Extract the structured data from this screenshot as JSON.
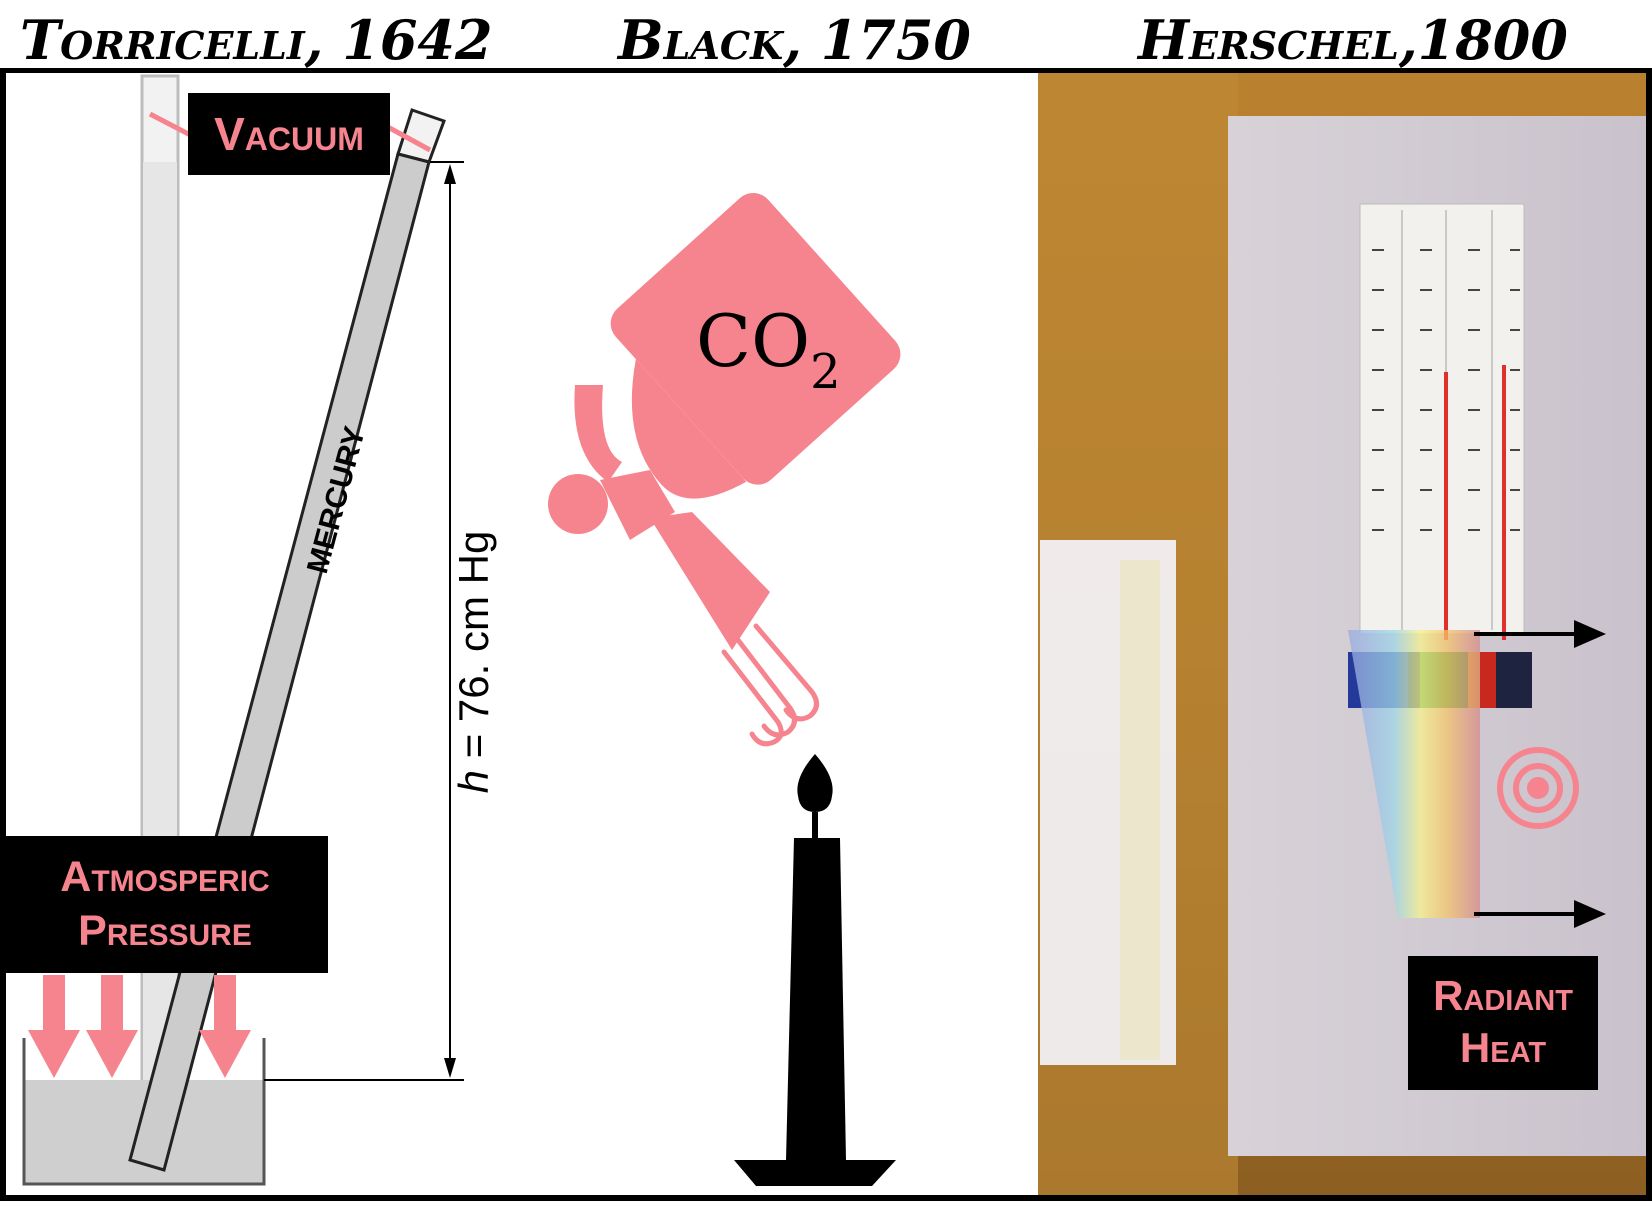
{
  "titles": {
    "torricelli": "Torricelli, 1642",
    "black": "Black, 1750",
    "herschel": "Herschel,1800"
  },
  "labels": {
    "vacuum": "Vacuum",
    "mercury": "MERCURY",
    "height_var": "h",
    "height_rest": " = 76. cm Hg",
    "atmospheric_line1": "Atmosperic",
    "atmospheric_line2": "Pressure",
    "co2_main": "CO",
    "co2_sub": "2",
    "radiant_line1": "Radiant",
    "radiant_line2": "Heat"
  },
  "colors": {
    "accent_pink": "#f6848f",
    "tube_gray": "#c8c8c8",
    "ink": "#000000"
  },
  "icons": {
    "fire_extinguisher": "fire-extinguisher-icon",
    "candle": "candle-icon",
    "heat_target": "heat-target-icon"
  }
}
